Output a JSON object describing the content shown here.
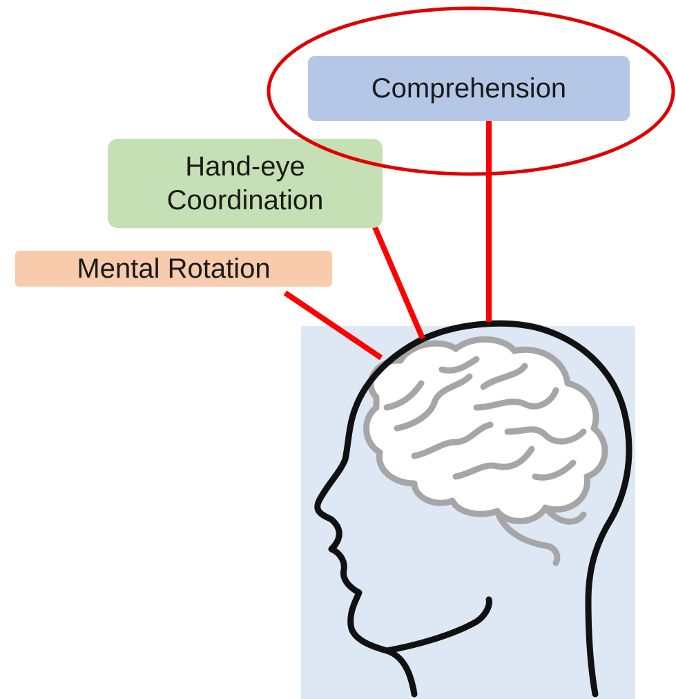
{
  "diagram": {
    "labels": {
      "comprehension": "Comprehension",
      "hand_eye": "Hand-eye Coordination",
      "mental_rotation": "Mental Rotation"
    },
    "colors": {
      "comprehension_fill": "#b4c7e7",
      "hand_eye_fill": "#c5e0b4",
      "mental_rotation_fill": "#f8cbad",
      "connector_line": "#ff0000",
      "highlight_ellipse": "#e00000",
      "head_panel": "#dde8f4",
      "head_outline": "#111111",
      "brain_outline": "#a6a6a6"
    },
    "icons": {
      "head": "human-head-profile-icon",
      "brain": "brain-icon"
    },
    "highlighted_label": "comprehension"
  }
}
